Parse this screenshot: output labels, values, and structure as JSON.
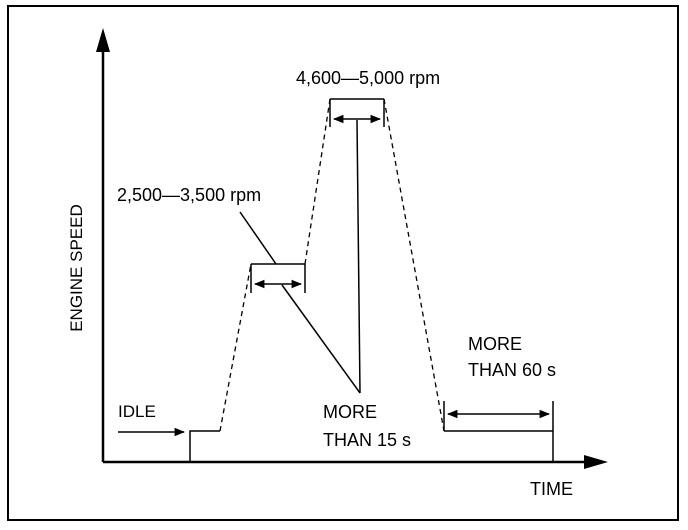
{
  "diagram": {
    "y_axis_label": "ENGINE SPEED",
    "x_axis_label": "TIME",
    "idle_label": "IDLE",
    "low_range_label": "2,500—3,500 rpm",
    "high_range_label": "4,600—5,000 rpm",
    "hold_label_line1": "MORE",
    "hold_label_line2": "THAN 15 s",
    "final_label_line1": "MORE",
    "final_label_line2": "THAN 60 s"
  }
}
